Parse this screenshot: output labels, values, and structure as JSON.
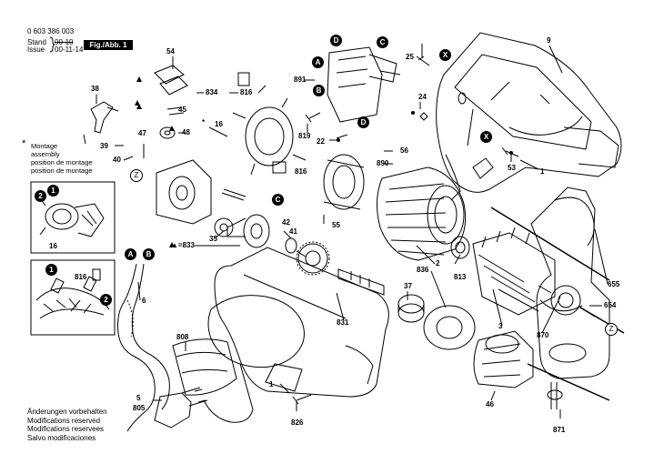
{
  "header": {
    "doc_number": "0 603 386 003",
    "stand_label": "Stand",
    "issue_label": "Issue",
    "stand_old": "00-10",
    "issue_date": "00-11-14",
    "figure_label": "Fig./Abb. 1"
  },
  "note": {
    "symbol": "*",
    "lines": [
      "Montage",
      "assembly",
      "position de montage",
      "position de montage"
    ]
  },
  "footer": {
    "lines": [
      "Änderungen vorbehalten",
      "Modifications reserved",
      "Modifications reservees",
      "Salvo modificaciones"
    ]
  },
  "callouts": {
    "c9": "9",
    "c54": "54",
    "c834": "834",
    "c816a": "816",
    "c45": "45",
    "c38": "38",
    "c47": "47",
    "c48": "48",
    "c16": "16",
    "c39": "39",
    "c40": "40",
    "c891": "891",
    "c819": "819",
    "c22": "22",
    "c56": "56",
    "c890": "890",
    "c816b": "816",
    "c25": "25",
    "c24": "24",
    "c53": "53",
    "c1a": "1",
    "c35": "35",
    "c42": "42",
    "c41": "41",
    "c55": "55",
    "c833": "833",
    "c2": "2",
    "c813": "813",
    "c836": "836",
    "c37": "37",
    "c831": "831",
    "c6": "6",
    "c808": "808",
    "c1b": "1",
    "c805": "805",
    "c5": "5",
    "c826": "826",
    "c46": "46",
    "c871": "871",
    "c3": "3",
    "c870": "870",
    "c654": "654",
    "c655": "655",
    "c16b": "16",
    "c816c": "816",
    "c1c": "1"
  },
  "markers": {
    "A": "A",
    "B": "B",
    "C": "C",
    "D": "D",
    "X": "X",
    "Z": "Z",
    "one": "1",
    "two": "2"
  },
  "star_symbol": "*",
  "triangle_symbol": "▲"
}
